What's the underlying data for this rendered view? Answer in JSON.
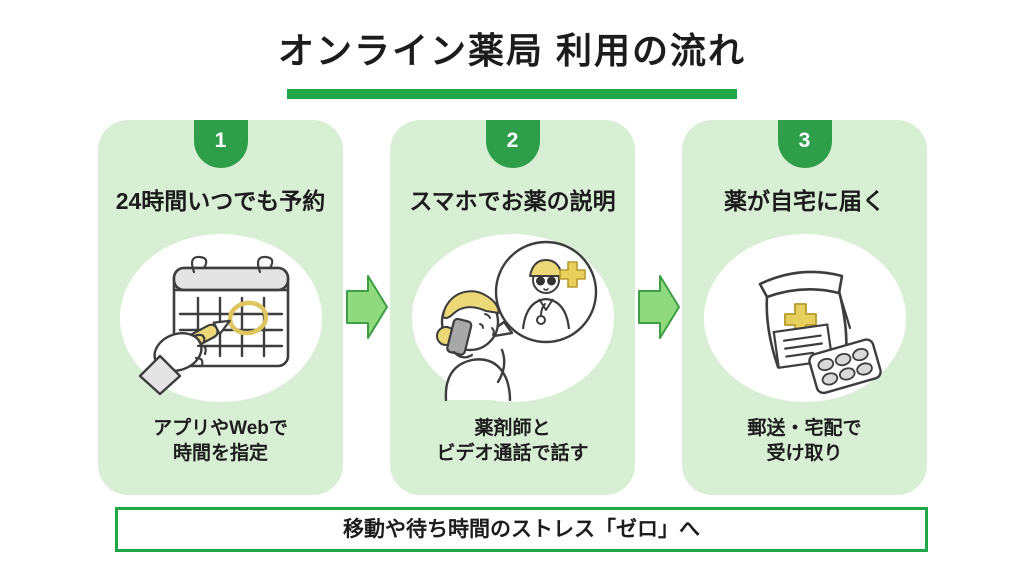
{
  "title": "オンライン薬局 利用の流れ",
  "steps": [
    {
      "number": "1",
      "heading": "24時間いつでも予約",
      "caption_line1": "アプリやWebで",
      "caption_line2": "時間を指定",
      "illustration": "hand-circling-date-on-calendar"
    },
    {
      "number": "2",
      "heading": "スマホでお薬の説明",
      "caption_line1": "薬剤師と",
      "caption_line2": "ビデオ通話で話す",
      "illustration": "person-on-phone-with-pharmacist-speech-bubble"
    },
    {
      "number": "3",
      "heading": "薬が自宅に届く",
      "caption_line1": "郵送・宅配で",
      "caption_line2": "受け取り",
      "illustration": "medicine-bag-and-blister-pack"
    }
  ],
  "footer": {
    "banner_text": "移動や待ち時間のストレス「ゼロ」へ"
  },
  "colors": {
    "accent_green": "#1fa747",
    "badge_green": "#2e9e4b",
    "card_background_green": "#d9efd5",
    "arrow_fill_green": "#90d97f",
    "arrow_stroke_green": "#3f9f44",
    "text_black": "#1c1c1c",
    "illustration_yellow": "#ecd877",
    "illustration_gray": "#e4e4e4"
  }
}
